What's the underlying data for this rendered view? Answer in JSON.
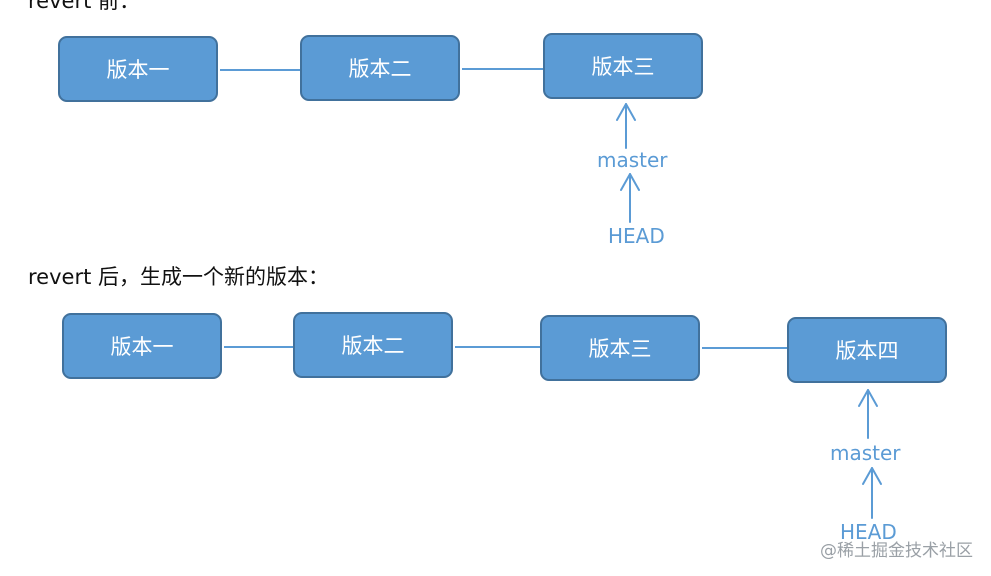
{
  "colors": {
    "node_fill": "#5b9bd5",
    "node_border": "#41719c",
    "node_text": "#ffffff",
    "arrow_and_label": "#5b9bd5",
    "caption_text": "#111111",
    "watermark_text": "#9aa0a6"
  },
  "before": {
    "caption": "revert 前：",
    "commits": [
      "版本一",
      "版本二",
      "版本三"
    ],
    "branch_label": "master",
    "head_label": "HEAD"
  },
  "after": {
    "caption": "revert 后，生成一个新的版本：",
    "commits": [
      "版本一",
      "版本二",
      "版本三",
      "版本四"
    ],
    "branch_label": "master",
    "head_label": "HEAD"
  },
  "watermark": "@稀土掘金技术社区"
}
